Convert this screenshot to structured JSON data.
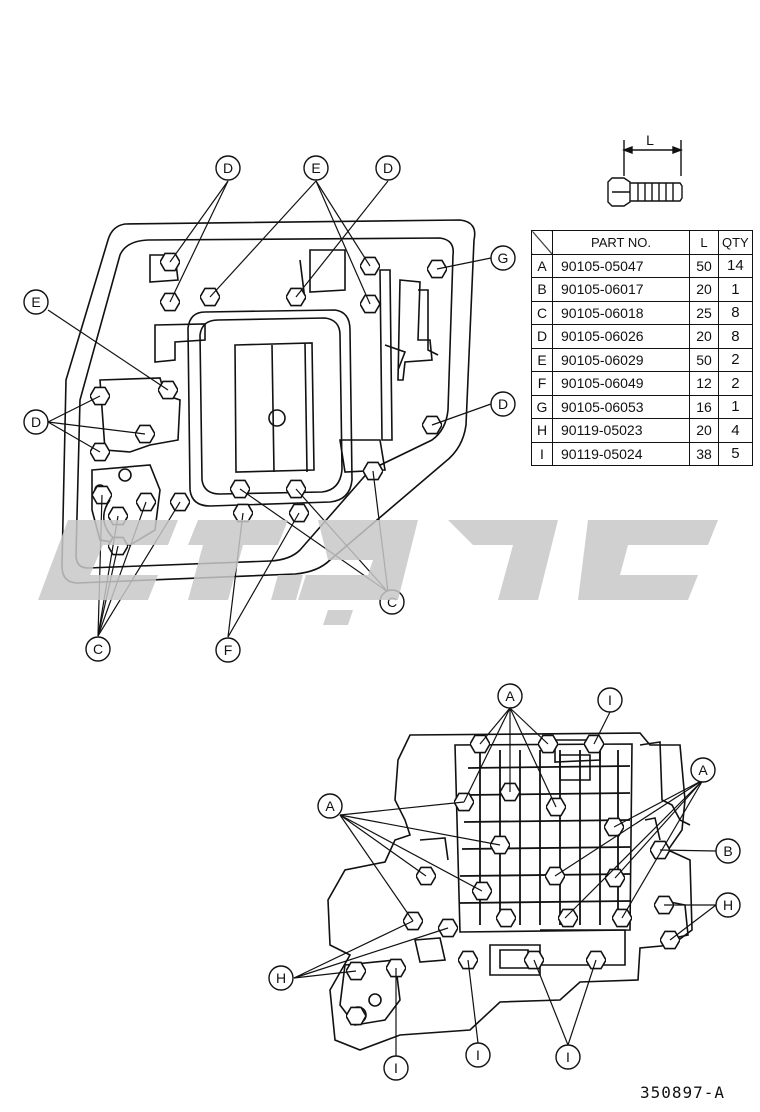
{
  "bolt_callouts": {
    "a": "A",
    "b": "B",
    "c": "C",
    "d": "D",
    "e": "E",
    "f": "F",
    "g": "G",
    "h": "H",
    "i": "I"
  },
  "dimension_label": "L",
  "table": {
    "header_part": "PART NO.",
    "header_length": "L",
    "header_qty": "QTY",
    "rows": [
      {
        "id": "A",
        "part": "90105-05047",
        "length": "50",
        "qty": "14"
      },
      {
        "id": "B",
        "part": "90105-06017",
        "length": "20",
        "qty": "1"
      },
      {
        "id": "C",
        "part": "90105-06018",
        "length": "25",
        "qty": "8"
      },
      {
        "id": "D",
        "part": "90105-06026",
        "length": "20",
        "qty": "8"
      },
      {
        "id": "E",
        "part": "90105-06029",
        "length": "50",
        "qty": "2"
      },
      {
        "id": "F",
        "part": "90105-06049",
        "length": "12",
        "qty": "2"
      },
      {
        "id": "G",
        "part": "90105-06053",
        "length": "16",
        "qty": "1"
      },
      {
        "id": "H",
        "part": "90119-05023",
        "length": "20",
        "qty": "4"
      },
      {
        "id": "I",
        "part": "90119-05024",
        "length": "38",
        "qty": "5"
      }
    ]
  },
  "reference_code": "350897-A",
  "colors": {
    "line": "#111111",
    "watermark": "#c8c8c8"
  },
  "watermark_icon": "brand-watermark-logo"
}
